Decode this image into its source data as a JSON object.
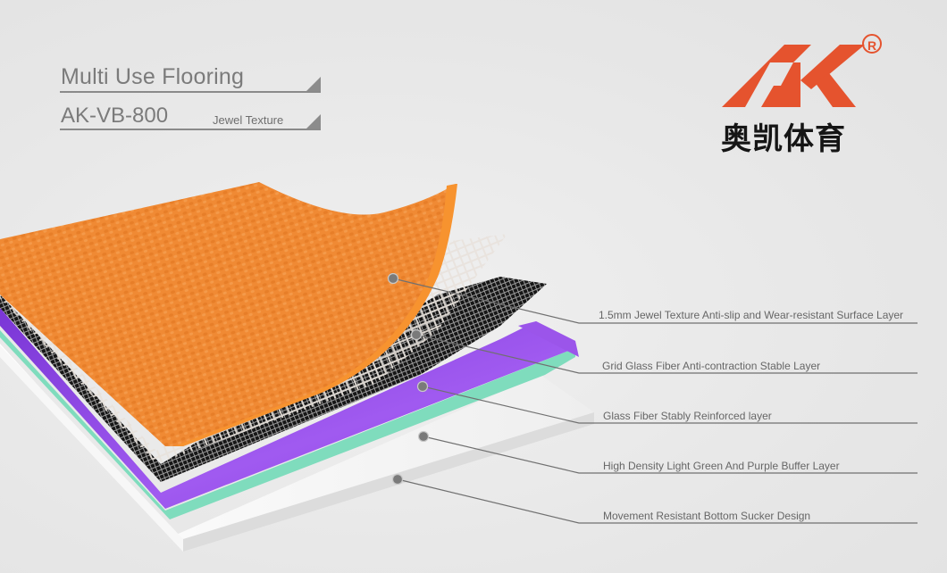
{
  "header": {
    "title": "Multi Use Flooring",
    "model": "AK-VB-800",
    "texture": "Jewel Texture"
  },
  "brand": {
    "logo_letters": "AK",
    "registered_mark": "R",
    "chinese_name": "奥凯体育",
    "logo_color": "#e5532e"
  },
  "layers": [
    {
      "label": "1.5mm Jewel Texture Anti-slip and Wear-resistant Surface Layer",
      "color": "#f08a34"
    },
    {
      "label": "Grid Glass Fiber Anti-contraction Stable Layer",
      "color": "#cfc7bf"
    },
    {
      "label": "Glass Fiber Stably Reinforced layer",
      "color": "#1c1c1c"
    },
    {
      "label": "High Density Light Green And Purple Buffer Layer",
      "color": "#8a3ee0"
    },
    {
      "label": "Movement Resistant Bottom Sucker Design",
      "color": "#fafafa"
    }
  ],
  "colors": {
    "background": "#e9e9e9",
    "text": "#6e6e6e",
    "green": "#7fdcbd",
    "purple": "#8a3ee0",
    "orange": "#f08a34"
  }
}
